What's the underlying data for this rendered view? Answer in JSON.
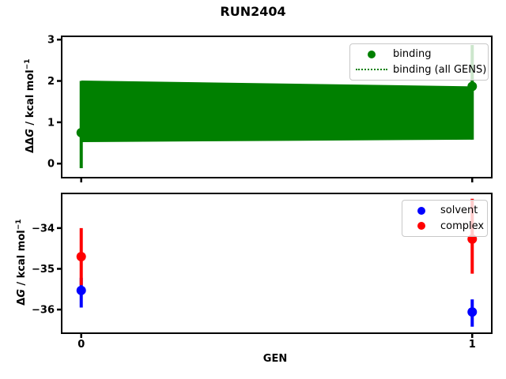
{
  "figure": {
    "title": "RUN2404",
    "background": "#ffffff"
  },
  "top_plot": {
    "ylabel": {
      "prefix": "ΔΔ",
      "var": "G",
      "mid": " / kcal mol",
      "sup": "−1"
    },
    "legend": {
      "items": [
        {
          "label": "binding",
          "handle": "dot",
          "color": "#008000"
        },
        {
          "label": "binding (all GENS)",
          "handle": "dotted-line",
          "color": "#008000"
        }
      ]
    }
  },
  "bottom_plot": {
    "ylabel": {
      "prefix": "Δ",
      "var": "G",
      "mid": " / kcal mol",
      "sup": "−1"
    },
    "xlabel": "GEN",
    "legend": {
      "items": [
        {
          "label": "solvent",
          "handle": "dot",
          "color": "#0000ff"
        },
        {
          "label": "complex",
          "handle": "dot",
          "color": "#ff0000"
        }
      ]
    }
  },
  "chart_data": [
    {
      "type": "scatter-errorbar",
      "title": "RUN2404",
      "ylabel": "ΔΔG / kcal mol⁻¹",
      "x": [
        0,
        1
      ],
      "xlim": [
        -0.05,
        1.05
      ],
      "ylim": [
        -0.34,
        3.08
      ],
      "xticks": [
        0,
        1
      ],
      "yticks": [
        0,
        1,
        2,
        3
      ],
      "xticklabels_shown": false,
      "legend_loc": "upper right",
      "series": [
        {
          "name": "binding",
          "color": "#008000",
          "marker": "o",
          "points": [
            {
              "x": 0,
              "y": 0.75,
              "lo": -0.11,
              "hi": 2.0
            },
            {
              "x": 1,
              "y": 1.87,
              "lo": 0.58,
              "hi": 2.87
            }
          ]
        },
        {
          "name": "binding (all GENS)",
          "color": "#008000",
          "line": "dotted",
          "band_x": [
            0,
            1
          ],
          "band_upper": [
            2.01,
            1.87
          ],
          "band_lower": [
            0.52,
            0.58
          ]
        }
      ]
    },
    {
      "type": "scatter-errorbar",
      "xlabel": "GEN",
      "ylabel": "ΔG / kcal mol⁻¹",
      "x": [
        0,
        1
      ],
      "xlim": [
        -0.05,
        1.05
      ],
      "ylim": [
        -36.58,
        -33.15
      ],
      "xticks": [
        0,
        1
      ],
      "yticks": [
        -34,
        -35,
        -36
      ],
      "xticklabels_shown": true,
      "legend_loc": "upper right",
      "series": [
        {
          "name": "solvent",
          "color": "#0000ff",
          "marker": "o",
          "points": [
            {
              "x": 0,
              "y": -35.53,
              "lo": -35.95,
              "hi": -35.22
            },
            {
              "x": 1,
              "y": -36.06,
              "lo": -36.42,
              "hi": -35.75
            }
          ]
        },
        {
          "name": "complex",
          "color": "#ff0000",
          "marker": "o",
          "points": [
            {
              "x": 0,
              "y": -34.7,
              "lo": -35.4,
              "hi": -34.0
            },
            {
              "x": 1,
              "y": -34.27,
              "lo": -35.12,
              "hi": -33.28
            }
          ]
        }
      ]
    }
  ]
}
